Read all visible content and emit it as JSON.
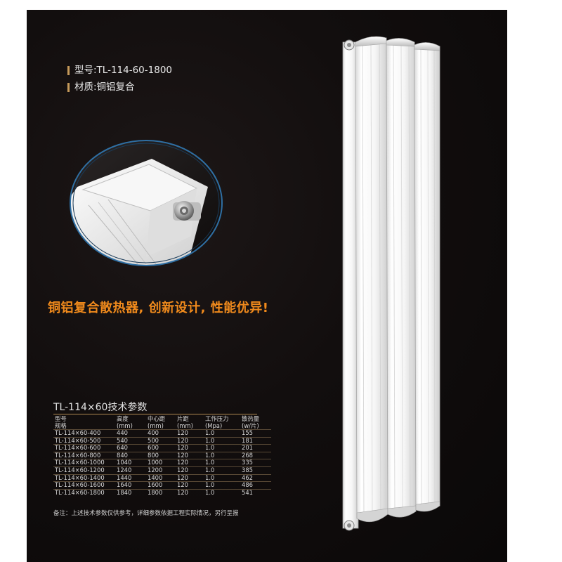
{
  "specs": {
    "model": "型号:TL-114-60-1800",
    "material": "材质:铜铝复合"
  },
  "slogan": "铜铝复合散热器, 创新设计, 性能优异!",
  "table": {
    "title": "TL-114×60技术参数",
    "headers": [
      [
        "型号",
        "规格"
      ],
      [
        "高度",
        "(mm)"
      ],
      [
        "中心距",
        "(mm)"
      ],
      [
        "片距",
        "(mm)"
      ],
      [
        "工作压力",
        "(Mpa)"
      ],
      [
        "散热量",
        "(w/片)"
      ]
    ],
    "rows": [
      [
        "TL-114×60-400",
        "440",
        "400",
        "120",
        "1.0",
        "155"
      ],
      [
        "TL-114×60-500",
        "540",
        "500",
        "120",
        "1.0",
        "181"
      ],
      [
        "TL-114×60-600",
        "640",
        "600",
        "120",
        "1.0",
        "201"
      ],
      [
        "TL-114×60-800",
        "840",
        "800",
        "120",
        "1.0",
        "268"
      ],
      [
        "TL-114×60-1000",
        "1040",
        "1000",
        "120",
        "1.0",
        "335"
      ],
      [
        "TL-114×60-1200",
        "1240",
        "1200",
        "120",
        "1.0",
        "385"
      ],
      [
        "TL-114×60-1400",
        "1440",
        "1400",
        "120",
        "1.0",
        "462"
      ],
      [
        "TL-114×60-1600",
        "1640",
        "1600",
        "120",
        "1.0",
        "486"
      ],
      [
        "TL-114×60-1800",
        "1840",
        "1800",
        "120",
        "1.0",
        "541"
      ]
    ]
  },
  "note": "备注：上述技术参数仅供参考，详细参数依据工程实际情况，另行呈报",
  "colors": {
    "background": "#120e0e",
    "accent_gold": "#c69a5a",
    "slogan_orange": "#f08a1c",
    "radiator_white": "#f4f4f4"
  }
}
